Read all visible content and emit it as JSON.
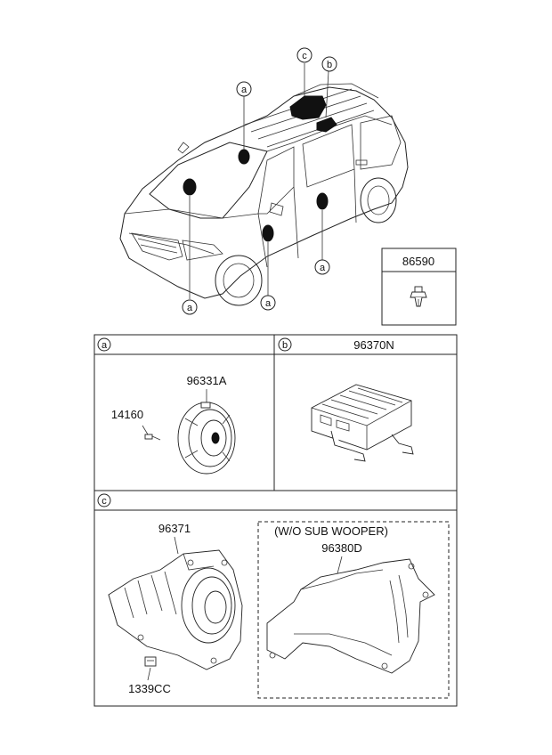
{
  "callouts": {
    "roof_c": "c",
    "roof_b": "b",
    "pillar_a": "a",
    "windshield_a": "a",
    "front_door_a": "a",
    "rear_door_a": "a"
  },
  "box_86590": {
    "part_no": "86590"
  },
  "section_a": {
    "letter": "a",
    "speaker_part": "96331A",
    "screw_part": "14160"
  },
  "section_b": {
    "letter": "b",
    "amp_part": "96370N"
  },
  "section_c": {
    "letter": "c",
    "subwoofer_part": "96371",
    "nut_part": "1339CC",
    "variant_note": "(W/O SUB WOOPER)",
    "cover_part": "96380D"
  }
}
